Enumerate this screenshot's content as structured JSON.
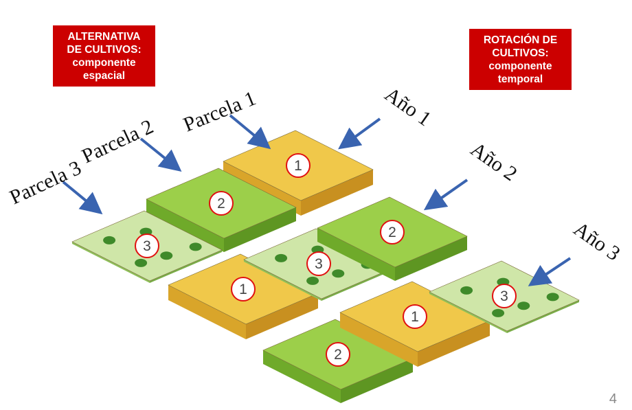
{
  "left_box": {
    "lines": [
      "ALTERNATIVA",
      "DE CULTIVOS:",
      "componente",
      "espacial"
    ]
  },
  "right_box": {
    "lines": [
      "ROTACIÓN DE",
      "CULTIVOS:",
      "componente",
      "temporal"
    ]
  },
  "parcel_labels": [
    "Parcela 1",
    "Parcela 2",
    "Parcela 3"
  ],
  "year_labels": [
    "Año 1",
    "Año 2",
    "Año 3"
  ],
  "years": [
    {
      "plots": [
        {
          "crop": "yellow",
          "number": "1"
        },
        {
          "crop": "green",
          "number": "2"
        },
        {
          "crop": "flat",
          "number": "3"
        }
      ]
    },
    {
      "plots": [
        {
          "crop": "yellow",
          "number": "1"
        },
        {
          "crop": "flat",
          "number": "3"
        },
        {
          "crop": "green",
          "number": "2"
        }
      ]
    },
    {
      "plots": [
        {
          "crop": "green",
          "number": "2"
        },
        {
          "crop": "yellow",
          "number": "1"
        },
        {
          "crop": "flat",
          "number": "3"
        }
      ]
    }
  ],
  "page_number": "4",
  "colors": {
    "box_red": "#cc0000",
    "arrow_blue": "#3a64b0",
    "yellow": "#f0c84a",
    "green": "#9ccf4a",
    "flat": "#cfe6a8"
  }
}
